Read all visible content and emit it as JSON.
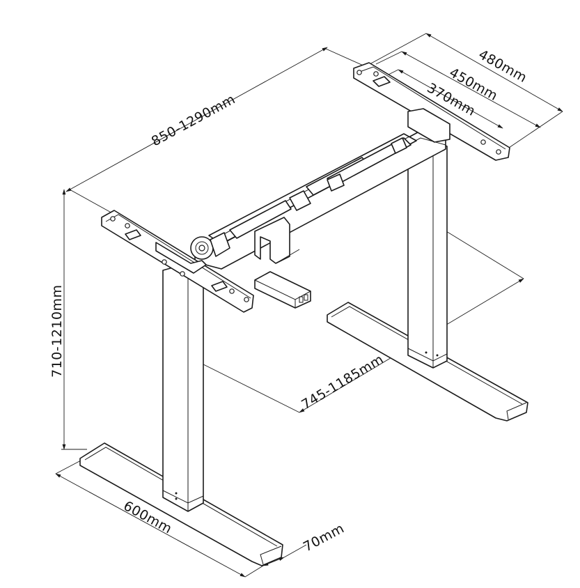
{
  "dimensions": {
    "width_range": "850-1290mm",
    "height_range": "710-1210mm",
    "beam_range": "745-1185mm",
    "foot_length": "600mm",
    "foot_width": "70mm",
    "bracket_outer": "480mm",
    "bracket_mid": "450mm",
    "bracket_inner": "370mm"
  }
}
